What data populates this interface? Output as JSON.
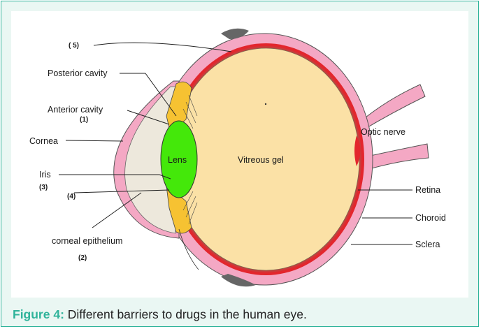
{
  "labels": {
    "barrier_5": "( 5)",
    "posterior_cavity": "Posterior cavity",
    "anterior_cavity": "Anterior cavity",
    "barrier_1": "(1)",
    "cornea": "Cornea",
    "iris": "Iris",
    "barrier_3": "(3)",
    "barrier_4": "(4)",
    "corneal_epithelium": "corneal epithelium",
    "barrier_2": "(2)",
    "lens": "Lens",
    "vitreous_gel": "Vitreous gel",
    "optic_nerve": "Optic nerve",
    "retina": "Retina",
    "choroid": "Choroid",
    "sclera": "Sclera"
  },
  "caption": {
    "figure_label": "Figure 4:",
    "text": " Different barriers to drugs in the human eye."
  },
  "colors": {
    "border": "#2fb39a",
    "background": "#eaf7f3",
    "sclera": "#f4a8c4",
    "choroid": "#e3262d",
    "vitreous": "#fbe1a6",
    "lens": "#44e80a",
    "iris_ciliary": "#f6c232",
    "anterior_chamber": "#ede8dc"
  }
}
